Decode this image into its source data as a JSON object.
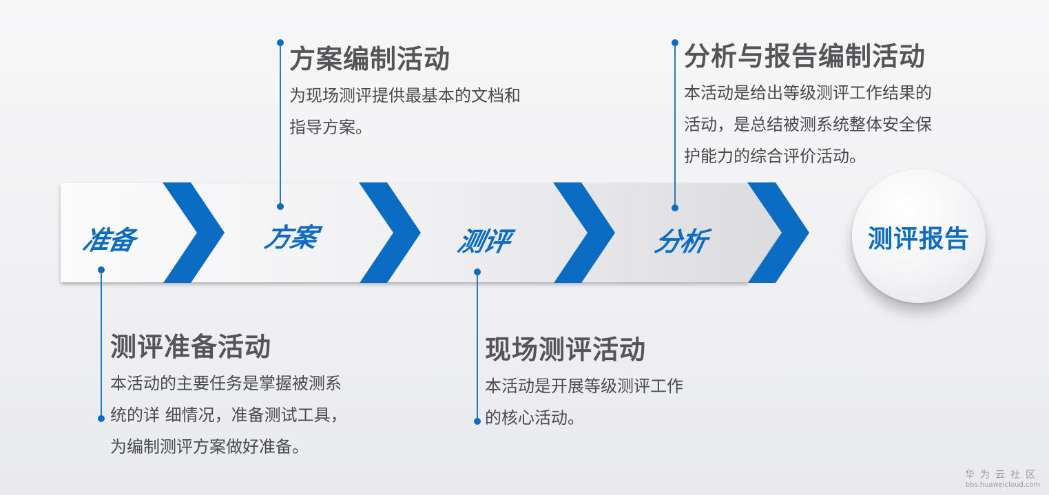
{
  "colors": {
    "accent": "#0b6cc4",
    "heading": "#555558",
    "body_text": "#4a4a4d",
    "background": "#f3f3f5"
  },
  "stages": [
    {
      "label": "准备"
    },
    {
      "label": "方案"
    },
    {
      "label": "测评"
    },
    {
      "label": "分析"
    }
  ],
  "final": {
    "label": "测评报告"
  },
  "activities": {
    "prep": {
      "title": "测评准备活动",
      "lines": [
        "本活动的主要任务是掌握被测系",
        "统的详 细情况，准备测试工具，",
        "为编制测评方案做好准备。"
      ]
    },
    "plan": {
      "title": "方案编制活动",
      "lines": [
        "为现场测评提供最基本的文档和",
        "指导方案。"
      ]
    },
    "onsite": {
      "title": "现场测评活动",
      "lines": [
        "本活动是开展等级测评工作",
        "的核心活动。"
      ]
    },
    "analysis": {
      "title": "分析与报告编制活动",
      "lines": [
        "本活动是给出等级测评工作结果的",
        "活动，是总结被测系统整体安全保",
        "护能力的综合评价活动。"
      ]
    }
  },
  "watermark": {
    "name": "华为云社区",
    "url": "bbs.huaweicloud.com"
  }
}
